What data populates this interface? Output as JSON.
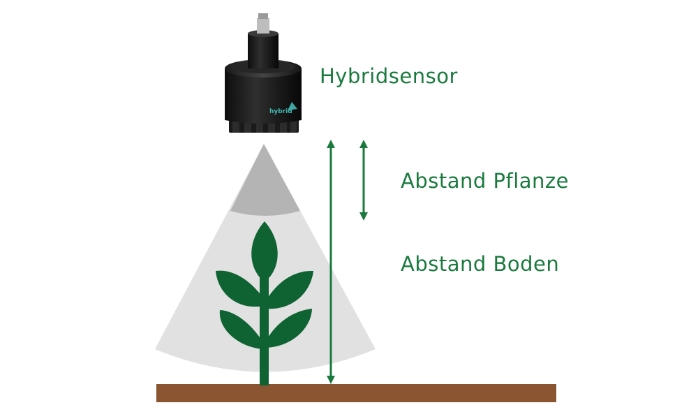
{
  "labels": {
    "sensor": "Hybridsensor",
    "plant_distance": "Abstand Pflanze",
    "ground_distance": "Abstand Boden"
  },
  "sensor_badge": "hybrid",
  "colors": {
    "accent_green": "#1a7a3e",
    "plant_green": "#0f6232",
    "soil_brown": "#8a5530",
    "cone_light": "#e1e1e1",
    "cone_dark": "#b4b4b4",
    "sensor_body": "#1c1c1c"
  },
  "icons": [
    "sensor-device",
    "plant-icon",
    "double-arrow"
  ]
}
